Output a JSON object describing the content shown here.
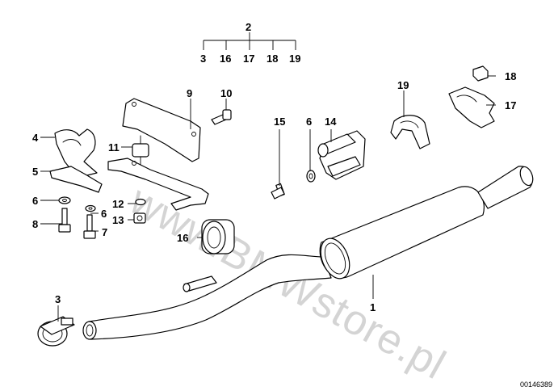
{
  "diagram": {
    "watermark": "www.BMWstore.pl",
    "document_id": "00146389",
    "callouts": {
      "c1": "1",
      "c2": "2",
      "c3": "3",
      "c4": "4",
      "c5": "5",
      "c6a": "6",
      "c6b": "6",
      "c6c": "6",
      "c7": "7",
      "c8": "8",
      "c9": "9",
      "c10": "10",
      "c11": "11",
      "c12": "12",
      "c13": "13",
      "c14": "14",
      "c15": "15",
      "c16": "16",
      "c17": "17",
      "c18": "18",
      "c19": "19",
      "g3": "3",
      "g16": "16",
      "g17": "17",
      "g18": "18",
      "g19": "19"
    }
  }
}
